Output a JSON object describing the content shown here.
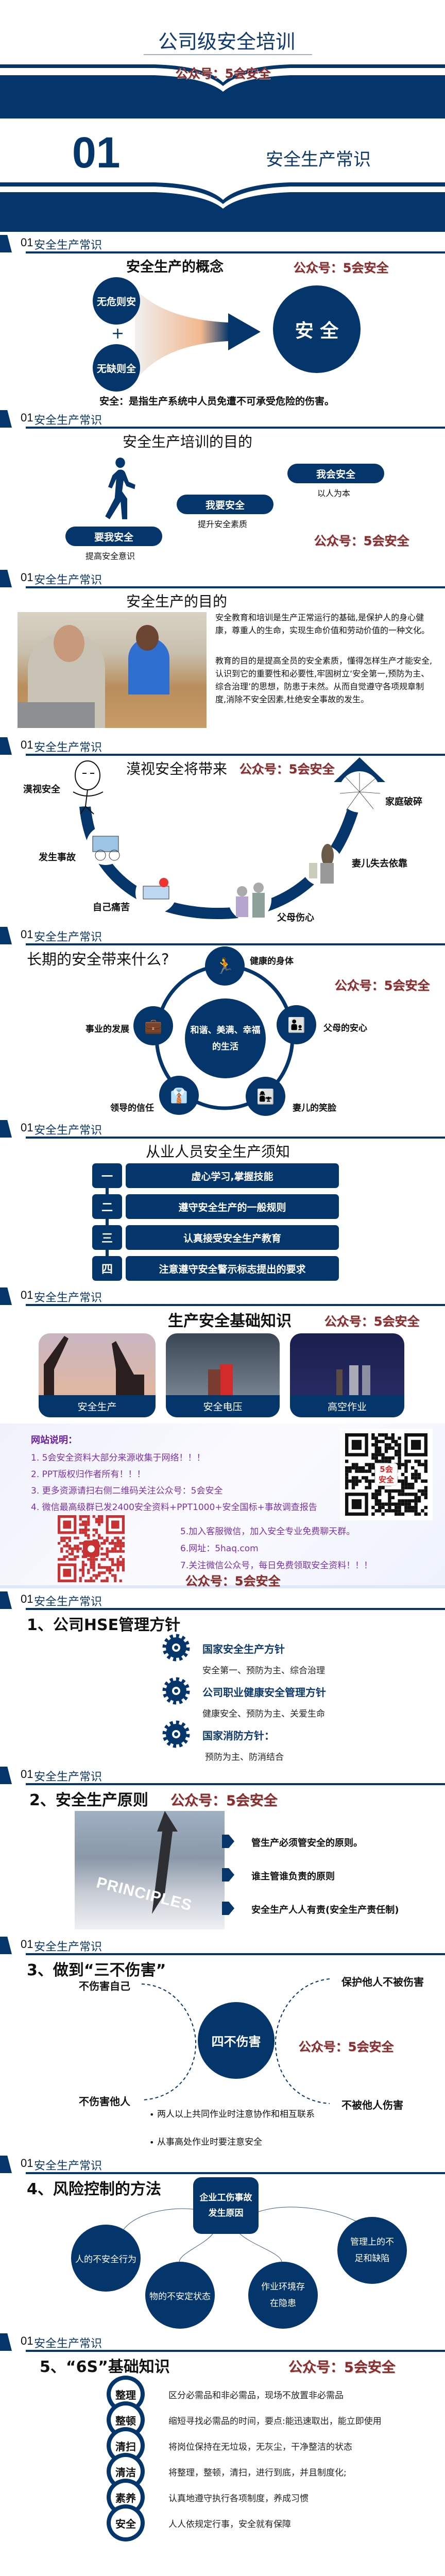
{
  "watermark": "公众号：5会安全",
  "header": {
    "num": "01",
    "title": "安全生产常识"
  },
  "colors": {
    "navy": "#04356b",
    "watermark": "#8b2c2c",
    "ad_text": "#7b2fb3"
  },
  "s1": {
    "title": "公司级安全培训"
  },
  "s2": {
    "num": "01",
    "title": "安全生产常识"
  },
  "s3": {
    "title": "安全生产的概念",
    "left_top": "无危则安",
    "plus": "+",
    "left_bottom": "无缺则全",
    "result": "安 全",
    "caption": "安全：是指生产系统中人员免遭不可承受危险的伤害。"
  },
  "s4": {
    "title": "安全生产培训的目的",
    "steps": [
      {
        "label": "要我安全",
        "desc": "提高安全意识"
      },
      {
        "label": "我要安全",
        "desc": "提升安全素质"
      },
      {
        "label": "我会安全",
        "desc": "以人为本"
      }
    ]
  },
  "s5": {
    "title": "安全生产的目的",
    "p1": "安全教育和培训是生产正常运行的基础,是保护人的身心健康，尊重人的生命，实现生命价值和劳动价值的一种文化。",
    "p2": "教育的目的是提高全员的安全素质，懂得怎样生产才能安全,认识到它的重要性和必要性,牢固树立‘安全第一,预防为主、综合治理’的思想，防患于未然。从而自觉遵守各项规章制度,消除不安全因素,杜绝安全事故的发生。"
  },
  "s6": {
    "title": "漠视安全将带来",
    "nodes": [
      "漠视安全",
      "发生事故",
      "自己痛苦",
      "父母伤心",
      "妻儿失去依靠",
      "家庭破碎"
    ]
  },
  "s7": {
    "title": "长期的安全带来什么?",
    "center1": "和谐、美满、幸福",
    "center2": "的生活",
    "nodes": [
      "健康的身体",
      "父母的安心",
      "妻儿的笑脸",
      "领导的信任",
      "事业的发展"
    ]
  },
  "s8": {
    "title": "从业人员安全生产须知",
    "rows": [
      {
        "num": "一",
        "text": "虚心学习,掌握技能"
      },
      {
        "num": "二",
        "text": "遵守安全生产的一般规则"
      },
      {
        "num": "三",
        "text": "认真接受安全生产教育"
      },
      {
        "num": "四",
        "text": "注意遵守安全警示标志提出的要求"
      }
    ]
  },
  "s9": {
    "title": "生产安全基础知识",
    "cards": [
      "安全生产",
      "安全电压",
      "高空作业"
    ]
  },
  "s10": {
    "heading": "网站说明：",
    "items": [
      "1. 5会安全资料大部分来源收集于网络！！！",
      "2. PPT版权归作者所有！！！",
      "3. 更多资源请扫右侧二维码关注公众号：5会安全",
      "4. 微信最高级群已发2400安全资料+PPT1000+安全国标+事故调查报告",
      "5.加入客服微信，加入安全专业免费聊天群。",
      "6.网址：5haq.com",
      "7.关注微信公众号，每日免费领取安全资料！！！"
    ],
    "qr_logo": "5会安全"
  },
  "s11": {
    "title": "1、公司HSE管理方针",
    "items": [
      {
        "heading": "国家安全生产方针",
        "text": "安全第一、预防为主、综合治理"
      },
      {
        "heading": "公司职业健康安全管理方针",
        "text": "健康安全、预防为主、关爱生命"
      },
      {
        "heading": "国家消防方针：",
        "text": "预防为主、防消结合"
      }
    ]
  },
  "s12": {
    "title": "2、安全生产原则",
    "image_text": "PRINCIPLES",
    "items": [
      "管生产必须管安全的原则。",
      "谁主管谁负责的原则",
      "安全生产人人有责(安全生产责任制)"
    ]
  },
  "s13": {
    "title": "3、做到“三不伤害”",
    "center": "四不伤害",
    "labels": [
      "不伤害自己",
      "保护他人不被伤害",
      "不伤害他人",
      "不被他人伤害"
    ],
    "bullets": [
      "两人以上共同作业时注意协作和相互联系",
      "从事高处作业时要注意安全"
    ]
  },
  "s14": {
    "title": "4、风险控制的方法",
    "center": "企业工伤事故发生原因",
    "causes": [
      "人的不安全行为",
      "物的不安定状态",
      "作业环境存在隐患",
      "管理上的不足和缺陷"
    ]
  },
  "s15": {
    "title": "5、“6S”基础知识",
    "items": [
      {
        "name": "整理",
        "desc": "区分必需品和非必需品，现场不放置非必需品"
      },
      {
        "name": "整顿",
        "desc": "缩短寻找必需品的时间，要点:能迅速取出，能立即使用"
      },
      {
        "name": "清扫",
        "desc": "将岗位保持在无垃圾，无灰尘，干净整洁的状态"
      },
      {
        "name": "清洁",
        "desc": "将整理，整顿，清扫，进行到底，并且制度化;"
      },
      {
        "name": "素养",
        "desc": "认真地遵守执行各项制度，养成习惯"
      },
      {
        "name": "安全",
        "desc": "人人依规定行事，安全就有保障"
      }
    ]
  }
}
